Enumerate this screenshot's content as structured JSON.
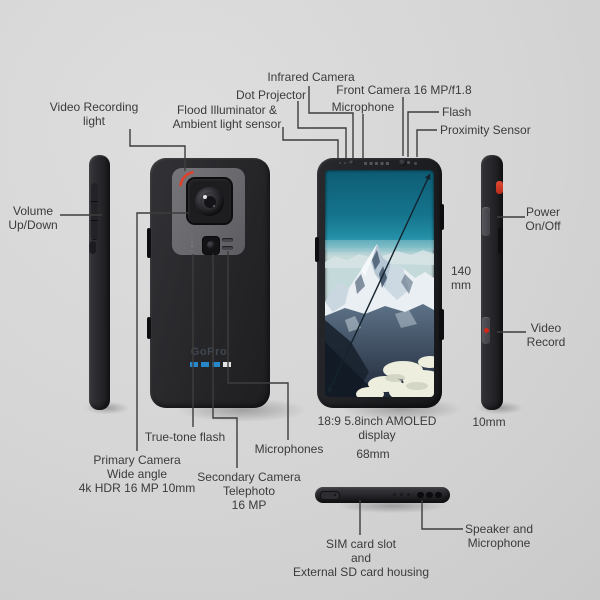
{
  "title": "Smartphone concept annotated diagram",
  "colors": {
    "background": "#d5d5d5",
    "leader_line": "#3d3d3d",
    "text": "#3b3b3b",
    "accent_red": "#d8402c",
    "record_red": "#cf2718",
    "gopro_blue": "#2787c9",
    "logo_square_white": "#e4e4e4",
    "phone_body": "#252528",
    "camera_plate": "#6b6b70"
  },
  "back_view": {
    "logo_text": "GoPro"
  },
  "labels": {
    "video_recording": {
      "lines": [
        "Video Recording",
        "light"
      ]
    },
    "volume": {
      "lines": [
        "Volume",
        "Up/Down"
      ]
    },
    "flood_illuminator": {
      "lines": [
        "Flood Illuminator &",
        "Ambient light sensor"
      ]
    },
    "dot_projector": {
      "lines": [
        "Dot Projector"
      ]
    },
    "infrared_camera": {
      "lines": [
        "Infrared Camera"
      ]
    },
    "microphone_front": {
      "lines": [
        "Microphone"
      ]
    },
    "front_camera": {
      "lines": [
        "Front Camera 16 MP/f1.8"
      ]
    },
    "flash": {
      "lines": [
        "Flash"
      ]
    },
    "proximity_sensor": {
      "lines": [
        "Proximity Sensor"
      ]
    },
    "power": {
      "lines": [
        "Power",
        "On/Off"
      ]
    },
    "height": {
      "lines": [
        "140",
        "mm"
      ]
    },
    "video_record": {
      "lines": [
        "Video",
        "Record"
      ]
    },
    "thickness": {
      "lines": [
        "10mm"
      ]
    },
    "display": {
      "lines": [
        "18:9 5.8inch AMOLED",
        "display"
      ]
    },
    "width": {
      "lines": [
        "68mm"
      ]
    },
    "true_tone_flash": {
      "lines": [
        "True-tone flash"
      ]
    },
    "primary_camera": {
      "lines": [
        "Primary Camera",
        "Wide angle",
        "4k HDR 16 MP 10mm"
      ]
    },
    "secondary_camera": {
      "lines": [
        "Secondary Camera",
        "Telephoto",
        "16 MP"
      ]
    },
    "microphones_back": {
      "lines": [
        "Microphones"
      ]
    },
    "sim_card": {
      "lines": [
        "SIM card slot",
        "and",
        "External SD card housing"
      ]
    },
    "speaker": {
      "lines": [
        "Speaker and",
        "Microphone"
      ]
    }
  }
}
